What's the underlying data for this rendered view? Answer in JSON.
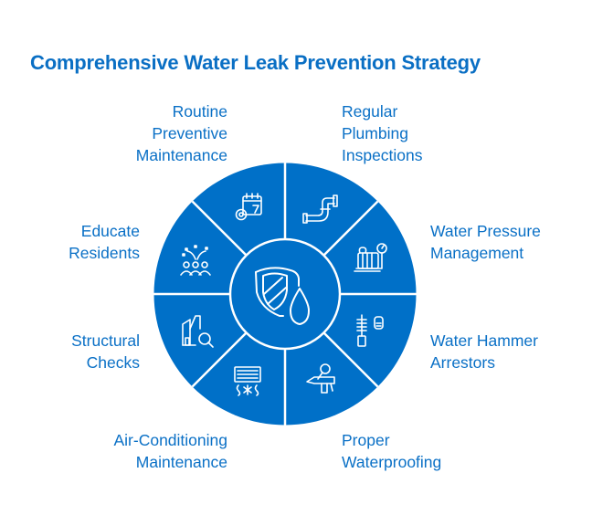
{
  "title": "Comprehensive Water Leak Prevention Strategy",
  "colors": {
    "accent": "#0070C8",
    "text": "#0A70C6",
    "divider": "#FFFFFF",
    "background": "#FFFFFF"
  },
  "center": {
    "icon": "shield-water-drop-icon"
  },
  "segments": [
    {
      "id": "routine",
      "lines": [
        "Routine",
        "Preventive",
        "Maintenance"
      ],
      "icon": "gear-calendar-icon"
    },
    {
      "id": "plumbing",
      "lines": [
        "Regular",
        "Plumbing",
        "Inspections"
      ],
      "icon": "pipe-icon"
    },
    {
      "id": "pressure",
      "lines": [
        "Water Pressure",
        "Management"
      ],
      "icon": "pressure-gauge-icon"
    },
    {
      "id": "hammer",
      "lines": [
        "Water Hammer",
        "Arrestors"
      ],
      "icon": "arrestor-icon"
    },
    {
      "id": "waterproofing",
      "lines": [
        "Proper",
        "Waterproofing"
      ],
      "icon": "sealant-gun-icon"
    },
    {
      "id": "ac",
      "lines": [
        "Air-Conditioning",
        "Maintenance"
      ],
      "icon": "air-conditioner-icon"
    },
    {
      "id": "structural",
      "lines": [
        "Structural",
        "Checks"
      ],
      "icon": "building-search-icon"
    },
    {
      "id": "educate",
      "lines": [
        "Educate",
        "Residents"
      ],
      "icon": "people-celebration-icon"
    }
  ]
}
